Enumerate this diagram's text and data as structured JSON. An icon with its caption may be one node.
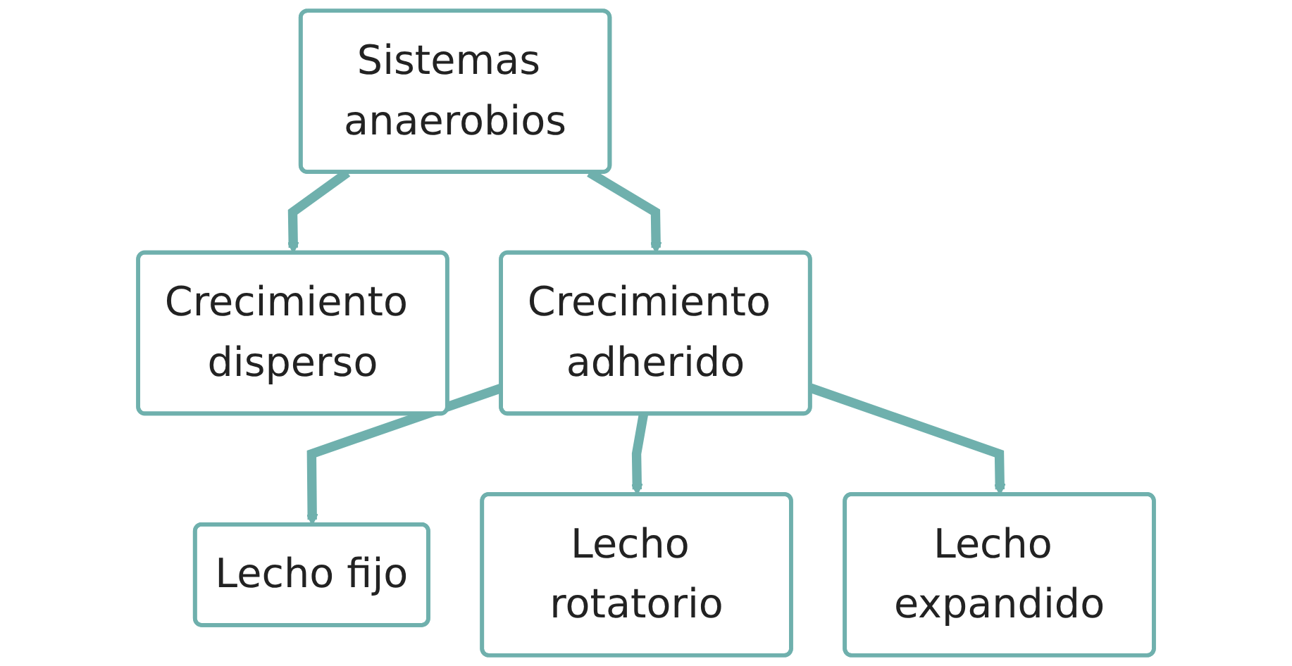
{
  "diagram": {
    "nodes": [
      {
        "text": [
          "Sistemas anaerobios"
        ]
      },
      {
        "text": [
          "Crecimiento disperso"
        ]
      },
      {
        "text": [
          "Crecimiento adherido"
        ]
      },
      {
        "text": [
          "Lecho fijo"
        ]
      },
      {
        "text": [
          "Lecho rotatorio"
        ]
      },
      {
        "text": [
          "Lecho expandido"
        ]
      }
    ],
    "edges": [
      {
        "from": 0,
        "to": 1,
        "arrow": "to"
      },
      {
        "from": 0,
        "to": 2,
        "arrow": "to"
      },
      {
        "from": 2,
        "to": 3,
        "arrow": "to"
      },
      {
        "from": 2,
        "to": 4,
        "arrow": "to"
      },
      {
        "from": 2,
        "to": 5,
        "arrow": "to"
      }
    ]
  }
}
